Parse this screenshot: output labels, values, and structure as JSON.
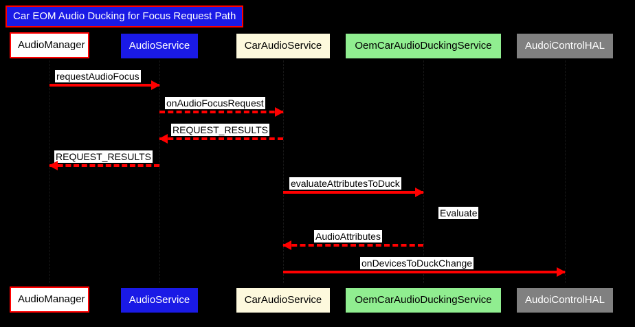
{
  "diagram": {
    "title": "Car EOM Audio Ducking for Focus Request Path",
    "background_color": "#000000",
    "accent_color": "#ff0000",
    "type": "sequence-diagram"
  },
  "participants": [
    {
      "name": "AudioManager",
      "fill": "#ffffff",
      "text_color": "#000000",
      "border": "#ff0000"
    },
    {
      "name": "AudioService",
      "fill": "#1a1ae6",
      "text_color": "#ffffff",
      "border": "#1a1ae6"
    },
    {
      "name": "CarAudioService",
      "fill": "#fdf9dd",
      "text_color": "#000000",
      "border": "#fdf9dd"
    },
    {
      "name": "OemCarAudioDuckingService",
      "fill": "#90ee90",
      "text_color": "#000000",
      "border": "#90ee90"
    },
    {
      "name": "AudoiControlHAL",
      "fill": "#808080",
      "text_color": "#ffffff",
      "border": "#808080"
    }
  ],
  "messages": [
    {
      "label": "requestAudioFocus",
      "from": "AudioManager",
      "to": "AudioService",
      "style": "solid",
      "direction": "right"
    },
    {
      "label": "onAudioFocusRequest",
      "from": "AudioService",
      "to": "CarAudioService",
      "style": "dashed",
      "direction": "right"
    },
    {
      "label": "REQUEST_RESULTS",
      "from": "CarAudioService",
      "to": "AudioService",
      "style": "dashed",
      "direction": "left"
    },
    {
      "label": "REQUEST_RESULTS",
      "from": "AudioService",
      "to": "AudioManager",
      "style": "dashed",
      "direction": "left"
    },
    {
      "label": "evaluateAttributesToDuck",
      "from": "CarAudioService",
      "to": "OemCarAudioDuckingService",
      "style": "solid",
      "direction": "right"
    },
    {
      "label": "AudioAttributes",
      "from": "OemCarAudioDuckingService",
      "to": "CarAudioService",
      "style": "dashed",
      "direction": "left"
    },
    {
      "label": "onDevicesToDuckChange",
      "from": "CarAudioService",
      "to": "AudoiControlHAL",
      "style": "solid",
      "direction": "right"
    }
  ],
  "notes": [
    {
      "label": "Evaluate",
      "on": "OemCarAudioDuckingService"
    }
  ]
}
